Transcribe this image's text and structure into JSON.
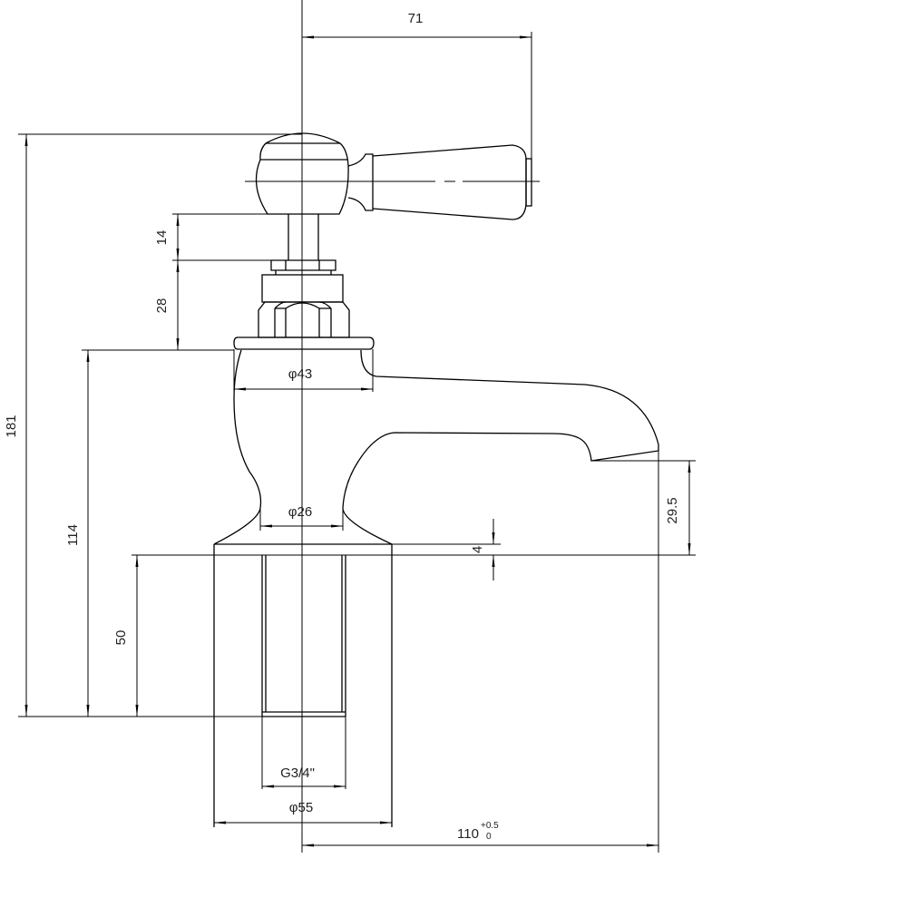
{
  "drawing": {
    "title": "Basin tap dimension drawing",
    "dimensions": {
      "handle_reach": "71",
      "total_height": "181",
      "handle_stem": "14",
      "headwork": "28",
      "body_height": "114",
      "tail_length": "50",
      "flange_diameter": "φ43",
      "waist_diameter": "φ26",
      "spout_height": "29.5",
      "base_thickness": "4",
      "thread": "G3/4\"",
      "base_diameter": "φ55",
      "spout_projection": "110",
      "tolerance_upper": "+0.5",
      "tolerance_lower": "0"
    }
  }
}
